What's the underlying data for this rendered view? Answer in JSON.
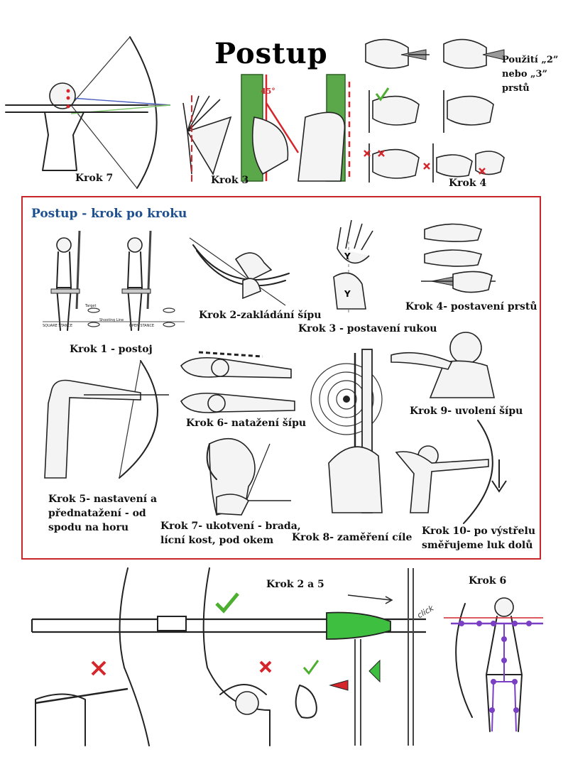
{
  "title": "Postup",
  "top_labels": {
    "krok7": "Krok 7",
    "krok3": "Krok 3",
    "krok4": "Krok 4",
    "angle": "45°",
    "fingers_line1": "Použití „2”",
    "fingers_line2": "nebo „3”",
    "fingers_line3": "prstů"
  },
  "panel": {
    "title": "Postup - krok po kroku",
    "steps": [
      {
        "label": "Krok 1 - postoj"
      },
      {
        "label": "Krok 2-zakládání šípu"
      },
      {
        "label": "Krok 3 - postavení rukou"
      },
      {
        "label": "Krok 4- postavení prstů"
      },
      {
        "label_line1": "Krok 5- nastavení a",
        "label_line2": "přednatažení  - od",
        "label_line3": "spodu na horu"
      },
      {
        "label": "Krok 6- natažení šípu"
      },
      {
        "label_line1": "Krok 7- ukotvení - brada,",
        "label_line2": "lícní kost, pod okem"
      },
      {
        "label": "Krok 8- zaměření cíle"
      },
      {
        "label": "Krok 9- uvolení šípu"
      },
      {
        "label_line1": "Krok 10- po výstřelu",
        "label_line2": "směřujeme luk dolů"
      }
    ],
    "stance_labels": {
      "square": "SQUARE STANCE",
      "open": "OPEN STANCE",
      "target": "Target",
      "shooting_line": "Shooting Line"
    }
  },
  "bottom_labels": {
    "krok2a5": "Krok 2 a 5",
    "krok6": "Krok 6",
    "click": "click"
  },
  "colors": {
    "panel_border": "#c8262b",
    "panel_title": "#1e4f8f",
    "marker_red": "#d4262b",
    "fletching_green": "#3fbf3f",
    "check_green": "#4caf2f",
    "skeleton_purple": "#7a3fc4",
    "bow_green": "#5aa84a"
  }
}
